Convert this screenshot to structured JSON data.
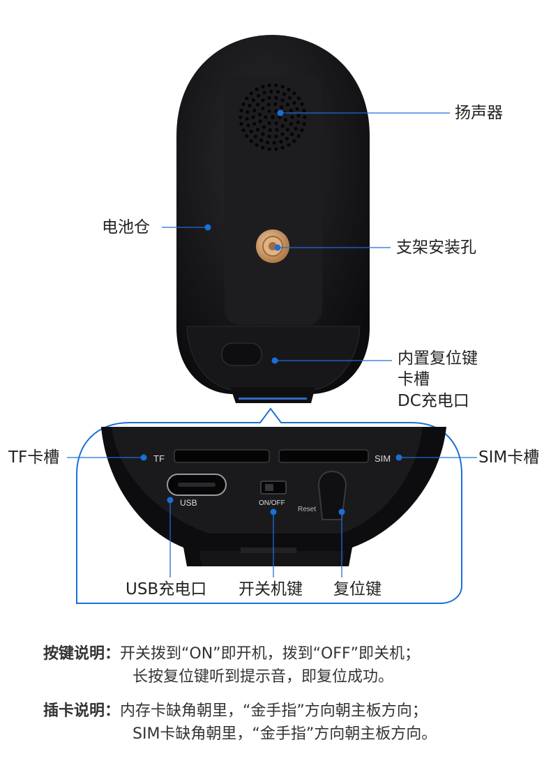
{
  "top_labels": {
    "speaker": "扬声器",
    "battery": "电池仓",
    "mount_hole": "支架安装孔",
    "reset_inner": "内置复位键",
    "card_slot": "卡槽",
    "dc_port": "DC充电口"
  },
  "bottom_labels": {
    "tf_slot": "TF卡槽",
    "sim_slot": "SIM卡槽",
    "usb_port": "USB充电口",
    "power_key": "开关机键",
    "reset_key": "复位键"
  },
  "device_marks": {
    "tf": "TF",
    "sim": "SIM",
    "usb": "USB",
    "onoff": "ON/OFF",
    "reset": "Reset"
  },
  "notes": {
    "key_head": "按键说明：",
    "key_line1": "开关拨到“ON”即开机，拨到“OFF”即关机；",
    "key_line2": "长按复位键听到提示音，即复位成功。",
    "card_head": "插卡说明：",
    "card_line1": "内存卡缺角朝里，“金手指”方向朝主板方向；",
    "card_line2": "SIM卡缺角朝里，“金手指”方向朝主板方向。"
  },
  "colors": {
    "accent": "#1a6fd8",
    "device": "#141416",
    "mount": "#d4a373"
  }
}
